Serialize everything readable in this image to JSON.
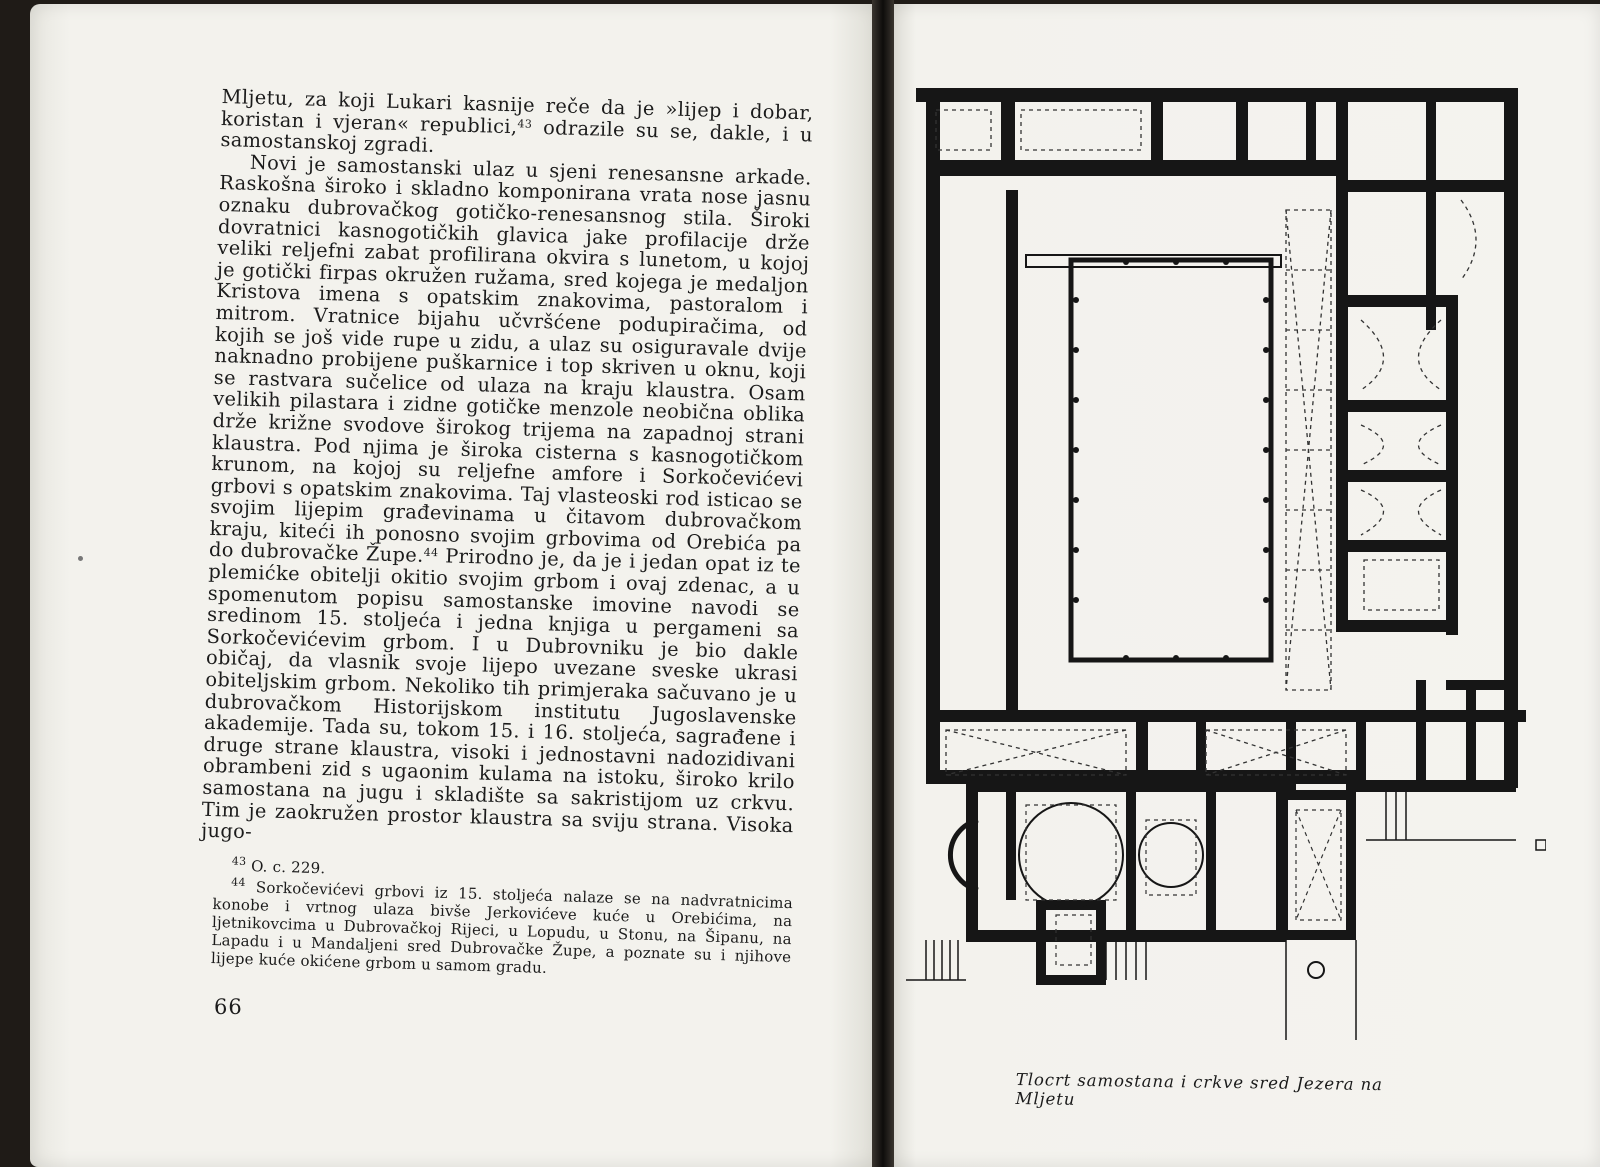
{
  "left_page": {
    "paragraphs": [
      {
        "before": "Mljetu, za koji Lukari kasnije reče da je »lijep i dobar, koristan i vjeran« republici,",
        "sup": "43",
        "after": " odrazile su se, dakle, i u samostanskoj zgradi."
      },
      {
        "before": "Novi je samostanski ulaz u sjeni renesansne arkade. Raskošna široko i skladno komponirana vrata nose jasnu oznaku dubrovačkog gotičko-renesansnog stila. Široki dovratnici kasnogotičkih glavica jake profilacije drže veliki reljefni zabat profilirana okvira s lunetom, u kojoj je gotički firpas okružen ružama, sred kojega je medaljon Kristova imena s opatskim znakovima, pastoralom i mitrom. Vratnice bijahu učvršćene podupiračima, od kojih se još vide rupe u zidu, a ulaz su osiguravale dvije naknadno probijene puškarnice i top skriven u oknu, koji se rastvara sučelice od ulaza na kraju klaustra. Osam velikih pilastara i zidne gotičke menzole neobična oblika drže križne svodove širokog trijema na zapadnoj strani klaustra. Pod njima je široka cisterna s kasnogotičkom krunom, na kojoj su reljefne amfore i Sorkočevićevi grbovi s opatskim znakovima. Taj vlasteoski rod isticao se svojim lijepim građevinama u čitavom dubrovačkom kraju, kiteći ih ponosno svojim grbovima od Orebića pa do dubrovačke Župe.",
        "sup": "44",
        "after": " Prirodno je, da je i jedan opat iz te plemićke obitelji okitio svojim grbom i ovaj zdenac, a u spomenutom popisu samostanske imovine navodi se sredinom 15. stoljeća i jedna knjiga u pergameni sa Sorkočevićevim grbom. I u Dubrovniku je bio dakle običaj, da vlasnik svoje lijepo uvezane sveske ukrasi obiteljskim grbom. Nekoliko tih primjeraka sačuvano je u dubrovačkom Historijskom institutu Jugoslavenske akademije. Tada su, tokom 15. i 16. stoljeća, sagrađene i druge strane klaustra, visoki i jednostavni nadozidivani obrambeni zid s ugaonim kulama na istoku, široko krilo samostana na jugu i skladište sa sakristijom uz crkvu. Tim je zaokružen prostor klaustra sa sviju strana. Visoka jugo-"
      }
    ],
    "footnotes": [
      {
        "number": "43",
        "text": "O. c. 229."
      },
      {
        "number": "44",
        "text": "Sorkočevićevi grbovi iz 15. stoljeća nalaze se na nadvratnicima konobe i vrtnog ulaza bivše Jerkovićeve kuće u Orebićima, na ljetnikovcima u Dubrovačkoj Rijeci, u Lopudu, u Stonu, na Šipanu, na Lapadu i u Mandaljeni sred Dubrovačke Župe, a poznate su i njihove lijepe kuće okićene grbom u samom gradu."
      }
    ],
    "page_number": "66"
  },
  "right_page": {
    "caption": "Tlocrt samostana i crkve sred Jezera na Mljetu"
  },
  "colors": {
    "paper": "#f2f1ec",
    "ink": "#1b1b1b",
    "gutter": "#0e0c0b"
  }
}
